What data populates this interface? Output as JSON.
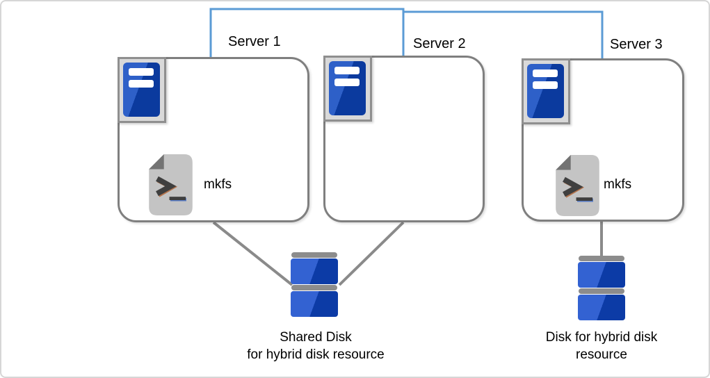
{
  "diagram": {
    "servers": [
      {
        "label": "Server 1",
        "icon": "server-tower-icon",
        "script_icon": "shell-script-icon",
        "script_label": "mkfs"
      },
      {
        "label": "Server 2",
        "icon": "server-tower-icon"
      },
      {
        "label": "Server 3",
        "icon": "server-tower-icon",
        "script_icon": "shell-script-icon",
        "script_label": "mkfs"
      }
    ],
    "disks": [
      {
        "icon": "disk-stack-icon",
        "label": "Shared Disk\nfor hybrid disk resource"
      },
      {
        "icon": "disk-stack-icon",
        "label": "Disk for hybrid disk\nresource"
      }
    ],
    "links": [
      {
        "type": "interconnect",
        "from": "Server 1",
        "to": "Server 2"
      },
      {
        "type": "interconnect",
        "from": "Server 2",
        "to": "Server 3"
      },
      {
        "type": "disk-connection",
        "from": "Server 1",
        "to": "Shared Disk for hybrid disk resource"
      },
      {
        "type": "disk-connection",
        "from": "Server 2",
        "to": "Shared Disk for hybrid disk resource"
      },
      {
        "type": "disk-connection",
        "from": "Server 3",
        "to": "Disk for hybrid disk resource"
      }
    ]
  },
  "colors": {
    "interconnect-blue": "#5b9bd5",
    "box-border-gray": "#7f7f7f",
    "link-gray": "#8a8a8a",
    "icon-frame-fill": "#d9d9d9",
    "icon-frame-border": "#8f8f8f",
    "server-blue-light": "#2e60c8",
    "server-blue-dark": "#0b3a9e",
    "disk-blue-light": "#3362d2",
    "disk-blue-dark": "#0c3ba6",
    "disk-bar-gray": "#8c8c8c",
    "script-page-gray": "#c4c4c4",
    "script-fold-gray": "#737373",
    "script-glyph-dark": "#3f3f3f",
    "canvas-border": "#d6d6d6"
  }
}
